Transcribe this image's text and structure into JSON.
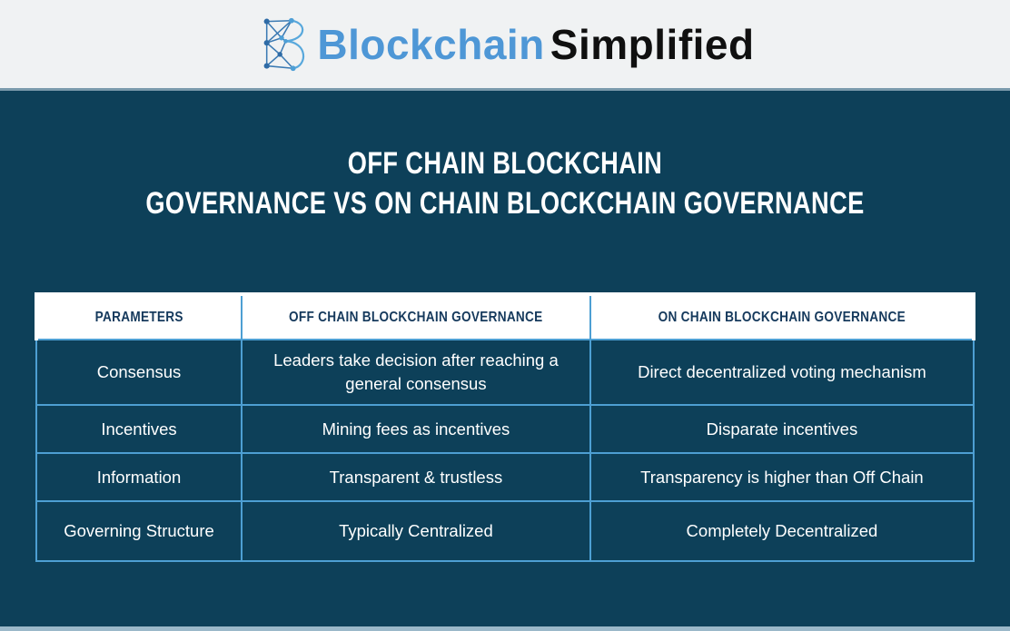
{
  "brand": {
    "icon": "blockchain-network-b-icon",
    "name_primary": "Blockchain",
    "name_secondary": "Simplified"
  },
  "title": {
    "line1": "OFF CHAIN BLOCKCHAIN",
    "line2": "GOVERNANCE VS ON CHAIN BLOCKCHAIN GOVERNANCE"
  },
  "table": {
    "headers": [
      "PARAMETERS",
      "OFF CHAIN BLOCKCHAIN GOVERNANCE",
      "ON CHAIN BLOCKCHAIN GOVERNANCE"
    ],
    "rows": [
      {
        "parameter": "Consensus",
        "off_chain": "Leaders take decision after reaching a general consensus",
        "on_chain": "Direct decentralized voting mechanism"
      },
      {
        "parameter": "Incentives",
        "off_chain": "Mining fees as incentives",
        "on_chain": "Disparate incentives"
      },
      {
        "parameter": "Information",
        "off_chain": "Transparent & trustless",
        "on_chain": "Transparency is higher than Off Chain"
      },
      {
        "parameter": "Governing Structure",
        "off_chain": "Typically Centralized",
        "on_chain": "Completely Decentralized"
      }
    ]
  },
  "colors": {
    "brand_blue": "#4E97D6",
    "brand_black": "#101010",
    "header_bar_bg": "#F0F2F3",
    "panel_bg": "#0D4059",
    "table_border": "#4D9FD3",
    "table_header_bg": "#FFFFFF",
    "table_header_text": "#15395C",
    "body_text": "#FFFFFF",
    "bottom_strip": "#9BB8C9"
  }
}
